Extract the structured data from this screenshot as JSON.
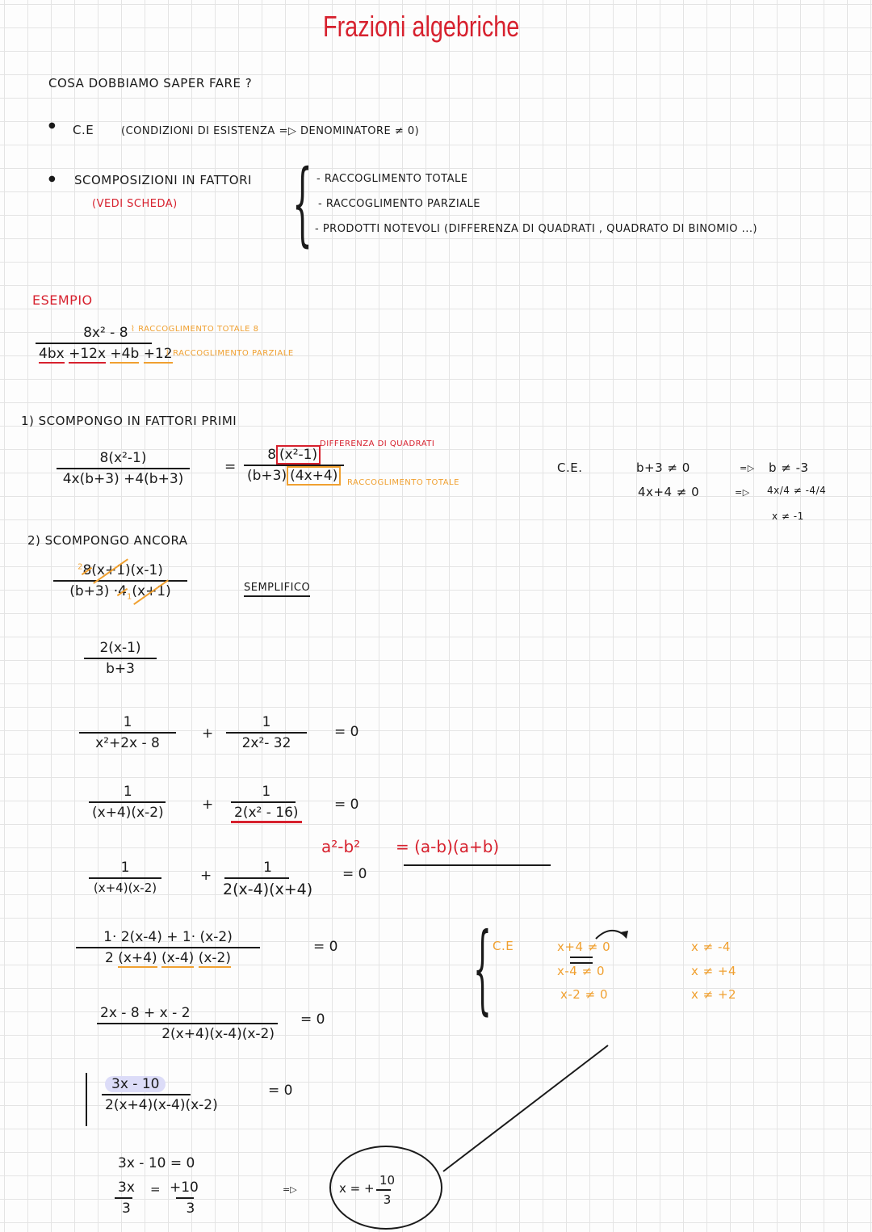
{
  "title": "Frazioni algebriche",
  "intro": {
    "question": "COSA DOBBIAMO SAPER FARE ?",
    "bullets": [
      {
        "label": "C.E",
        "detail": "(CONDIZIONI DI ESISTENZA  =▷ DENOMINATORE ≠ 0)"
      },
      {
        "label": "SCOMPOSIZIONI IN FATTORI",
        "note": "(VEDI SCHEDA)"
      }
    ],
    "methods": [
      "- RACCOGLIMENTO TOTALE",
      "- RACCOGLIMENTO PARZIALE",
      "- PRODOTTI NOTEVOLI (DIFFERENZA DI QUADRATI , QUADRATO DI BINOMIO ...)"
    ]
  },
  "example": {
    "heading": "ESEMPIO",
    "numerator": "8x² - 8",
    "numerator_note": "RACCOGLIMENTO TOTALE 8",
    "denominator_terms": [
      "4bx",
      "+12x",
      "+4b",
      "+12"
    ],
    "denominator_note": "RACCOGLIMENTO PARZIALE"
  },
  "step1": {
    "heading": "1) SCOMPONGO IN FATTORI PRIMI",
    "left_num": "8(x²-1)",
    "left_den": "4x(b+3) +4(b+3)",
    "equals": "=",
    "right_num_pre": "8",
    "right_num_box": "(x²-1)",
    "right_den_pre": "(b+3)",
    "right_den_box": "(4x+4)",
    "note_red": "DIFFERENZA DI QUADRATI",
    "note_orange": "RACCOGLIMENTO TOTALE",
    "ce": {
      "label": "C.E.",
      "rows": [
        {
          "cond": "b+3 ≠ 0",
          "arrow": "=▷",
          "result": "b ≠ -3"
        },
        {
          "cond": "4x+4 ≠ 0",
          "arrow": "=▷",
          "result": "4x/4 ≠ -4/4",
          "result2": "x ≠ -1"
        }
      ]
    }
  },
  "step2": {
    "heading": "2) SCOMPONGO ANCORA",
    "num_cancel_coef": "8",
    "num_cancel_small": "2",
    "num_cancel_factor": "(x+1)",
    "num_rest": "(x-1)",
    "den_pre": "(b+3) ·",
    "den_cancel_coef": "4",
    "den_cancel_small": "1",
    "den_cancel_factor": "(x+1)",
    "side_label": "SEMPLIFICO",
    "result_num": "2(x-1)",
    "result_den": "b+3"
  },
  "equation": {
    "line1": {
      "f1_num": "1",
      "f1_den": "x²+2x - 8",
      "op": "+",
      "f2_num": "1",
      "f2_den": "2x²- 32",
      "rhs": "= 0"
    },
    "line2": {
      "f1_num": "1",
      "f1_den": "(x+4)(x-2)",
      "op": "+",
      "f2_num": "1",
      "f2_den": "2(x² - 16)",
      "rhs": "= 0"
    },
    "identity": {
      "lhs": "a²-b²",
      "rhs": "= (a-b)(a+b)"
    },
    "line3": {
      "f1_num": "1",
      "f1_den": "(x+4)(x-2)",
      "op": "+",
      "f2_num": "1",
      "f2_den": "2(x-4)(x+4)",
      "rhs": "= 0"
    },
    "line4": {
      "num": "1· 2(x-4) + 1· (x-2)",
      "den_pre": "2",
      "den_f1": "(x+4)",
      "den_f2": "(x-4)",
      "den_f3": "(x-2)",
      "rhs": "= 0"
    },
    "line5": {
      "num": "2x - 8 + x - 2",
      "den": "2(x+4)(x-4)(x-2)",
      "rhs": "= 0"
    },
    "line6": {
      "num": "3x - 10",
      "den": "2(x+4)(x-4)(x-2)",
      "rhs": "= 0"
    },
    "solve1": "3x - 10 = 0",
    "solve2_lhs_num": "3x",
    "solve2_lhs_den": "3",
    "solve2_eq": "=",
    "solve2_rhs_num": "+10",
    "solve2_rhs_den": "3",
    "arrow": "=▷",
    "solution_pre": "x = +",
    "solution_num": "10",
    "solution_den": "3"
  },
  "ce2": {
    "label": "C.E",
    "rows": [
      {
        "cond": "x+4 ≠ 0",
        "result": "x ≠ -4"
      },
      {
        "cond": "x-4 ≠ 0",
        "result": "x ≠ +4"
      },
      {
        "cond": "x-2 ≠ 0",
        "result": "x ≠ +2"
      }
    ]
  }
}
